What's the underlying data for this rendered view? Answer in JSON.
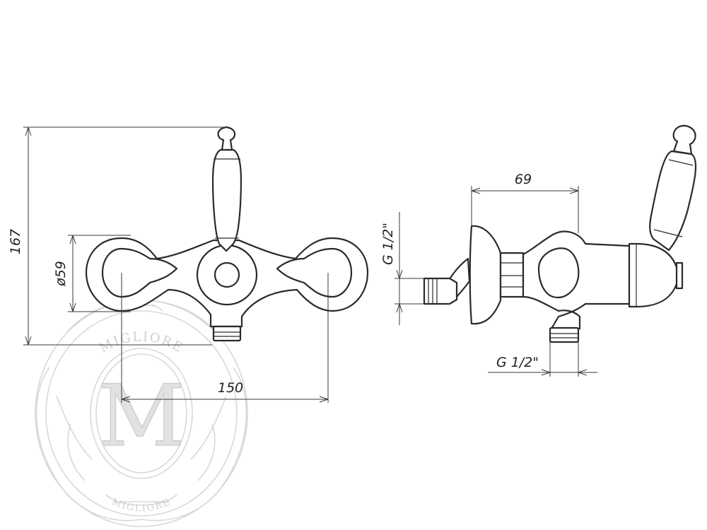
{
  "front_view": {
    "dim_height": "167",
    "dim_diameter": "ø59",
    "dim_width": "150"
  },
  "side_view": {
    "dim_depth": "69",
    "dim_inlet_thread": "G 1/2\"",
    "dim_outlet_thread": "G 1/2\""
  },
  "watermark": {
    "brand": "MIGLIORE",
    "monogram": "M"
  }
}
